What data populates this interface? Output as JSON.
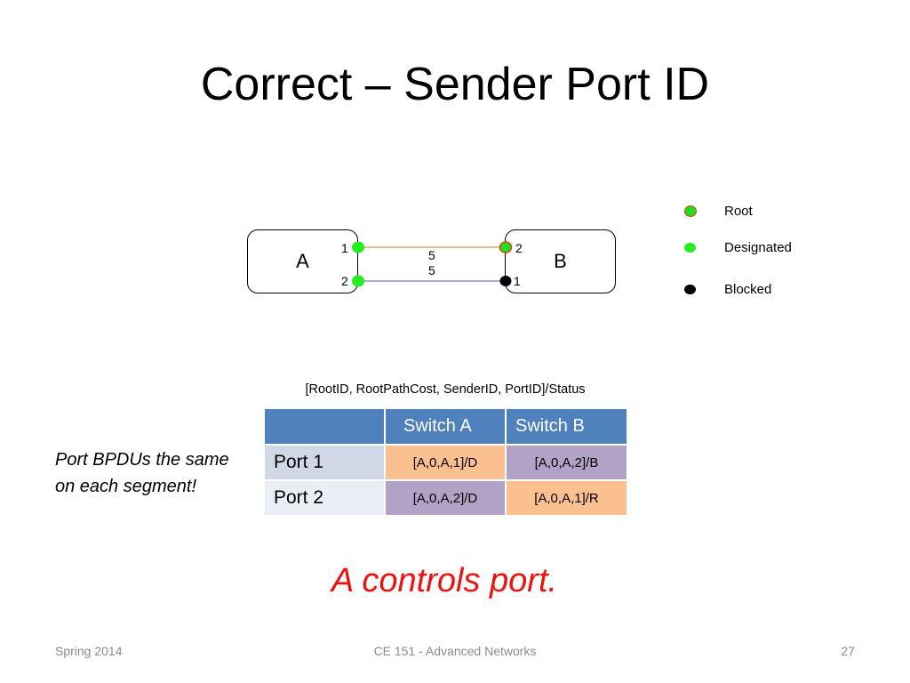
{
  "slide": {
    "title": "Correct – Sender Port ID",
    "conclusion": "A controls port.",
    "note_line1": "Port BPDUs the same",
    "note_line2": "on each segment!"
  },
  "diagram": {
    "switches": [
      {
        "label": "A"
      },
      {
        "label": "B"
      }
    ],
    "ports": {
      "a1": "1",
      "a2": "2",
      "b2": "2",
      "b1": "1"
    },
    "links": [
      {
        "cost": "5",
        "from": "A port 1",
        "to": "B port 2",
        "color": "#e0a060"
      },
      {
        "cost": "5",
        "from": "A port 2",
        "to": "B port 1",
        "color": "#8a94cc"
      }
    ],
    "port_states": {
      "a1": "Designated",
      "a2": "Designated",
      "b2": "Root",
      "b1": "Blocked"
    }
  },
  "legend": {
    "items": [
      {
        "label": "Root",
        "color": "#22dd22",
        "border": "#d04a00"
      },
      {
        "label": "Designated",
        "color": "#22ee22"
      },
      {
        "label": "Blocked",
        "color": "#000000"
      }
    ]
  },
  "table": {
    "caption": "[RootID, RootPathCost, SenderID, PortID]/Status",
    "headers": [
      "",
      "Switch A",
      "Switch B"
    ],
    "rows": [
      {
        "label": "Port 1",
        "a": "[A,0,A,1]/D",
        "b": "[A,0,A,2]/B"
      },
      {
        "label": "Port 2",
        "a": "[A,0,A,2]/D",
        "b": "[A,0,A,1]/R"
      }
    ],
    "colors": {
      "header": "#4f81bd",
      "orange": "#fac090",
      "purple": "#b3a2c7"
    }
  },
  "footer": {
    "left": "Spring 2014",
    "center": "CE 151 - Advanced Networks",
    "right": "27"
  }
}
